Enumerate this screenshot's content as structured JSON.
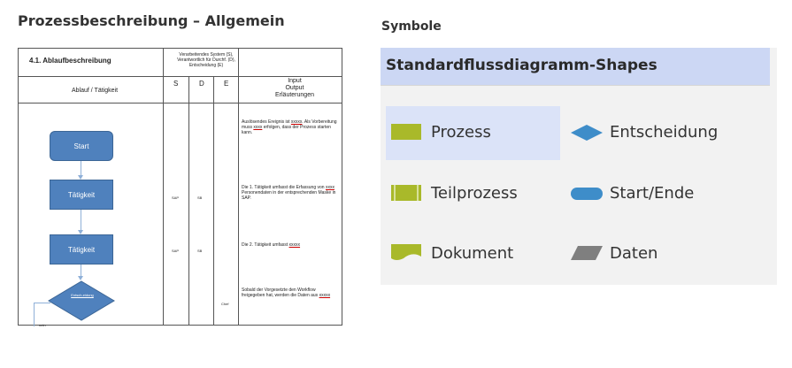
{
  "headings": {
    "left": "Prozessbeschreibung – Allgemein",
    "right": "Symbole"
  },
  "document": {
    "title": "4.1. Ablaufbeschreibung",
    "system_header": "Verarbeitendes System (S), Verantwortlich für Durchf. (D), Entscheidung (E)",
    "col_ablauf": "Ablauf / Tätigkeit",
    "col_s": "S",
    "col_d": "D",
    "col_e": "E",
    "io_lines": [
      "Input",
      "Output",
      "Erläuterungen"
    ],
    "flow": {
      "start": "Start",
      "task1": "Tätigkeit",
      "task2": "Tätigkeit",
      "decision": "Entsch-eidung",
      "no_label": "nein"
    },
    "rows": [
      {
        "s": "",
        "d": "",
        "e": "",
        "text": "Auslösendes Ereignis ist xxxxx. Als Vorbereitung muss xxxx erfolgen, dass der Prozess starten kann."
      },
      {
        "s": "SAP",
        "d": "SB",
        "e": "",
        "text": "Die 1. Tätigkeit umfasst die Erfassung von xxxx Personendaten in der entsprechenden Maske in SAP."
      },
      {
        "s": "SAP",
        "d": "SB",
        "e": "",
        "text": "Die 2. Tätigkeit umfasst xxxxx"
      },
      {
        "s": "",
        "d": "",
        "e": "Chef",
        "text": "Sobald der Vorgesetzte den Workflow freigegeben hat, werden die Daten aus xxxxx"
      }
    ]
  },
  "panel": {
    "header": "Standardflussdiagramm-Shapes",
    "shapes": [
      {
        "label": "Prozess",
        "icon": "process-rectangle-icon",
        "selected": true
      },
      {
        "label": "Entscheidung",
        "icon": "decision-diamond-icon",
        "selected": false
      },
      {
        "label": "Teilprozess",
        "icon": "subprocess-icon",
        "selected": false
      },
      {
        "label": "Start/Ende",
        "icon": "terminator-icon",
        "selected": false
      },
      {
        "label": "Dokument",
        "icon": "document-icon",
        "selected": false
      },
      {
        "label": "Daten",
        "icon": "data-parallelogram-icon",
        "selected": false
      }
    ]
  },
  "colors": {
    "flow_blue": "#4f81bd",
    "shape_green": "#a9b92a",
    "shape_blue": "#3e8dc9",
    "shape_gray": "#7f7f7f",
    "panel_header": "#ccd7f4"
  }
}
